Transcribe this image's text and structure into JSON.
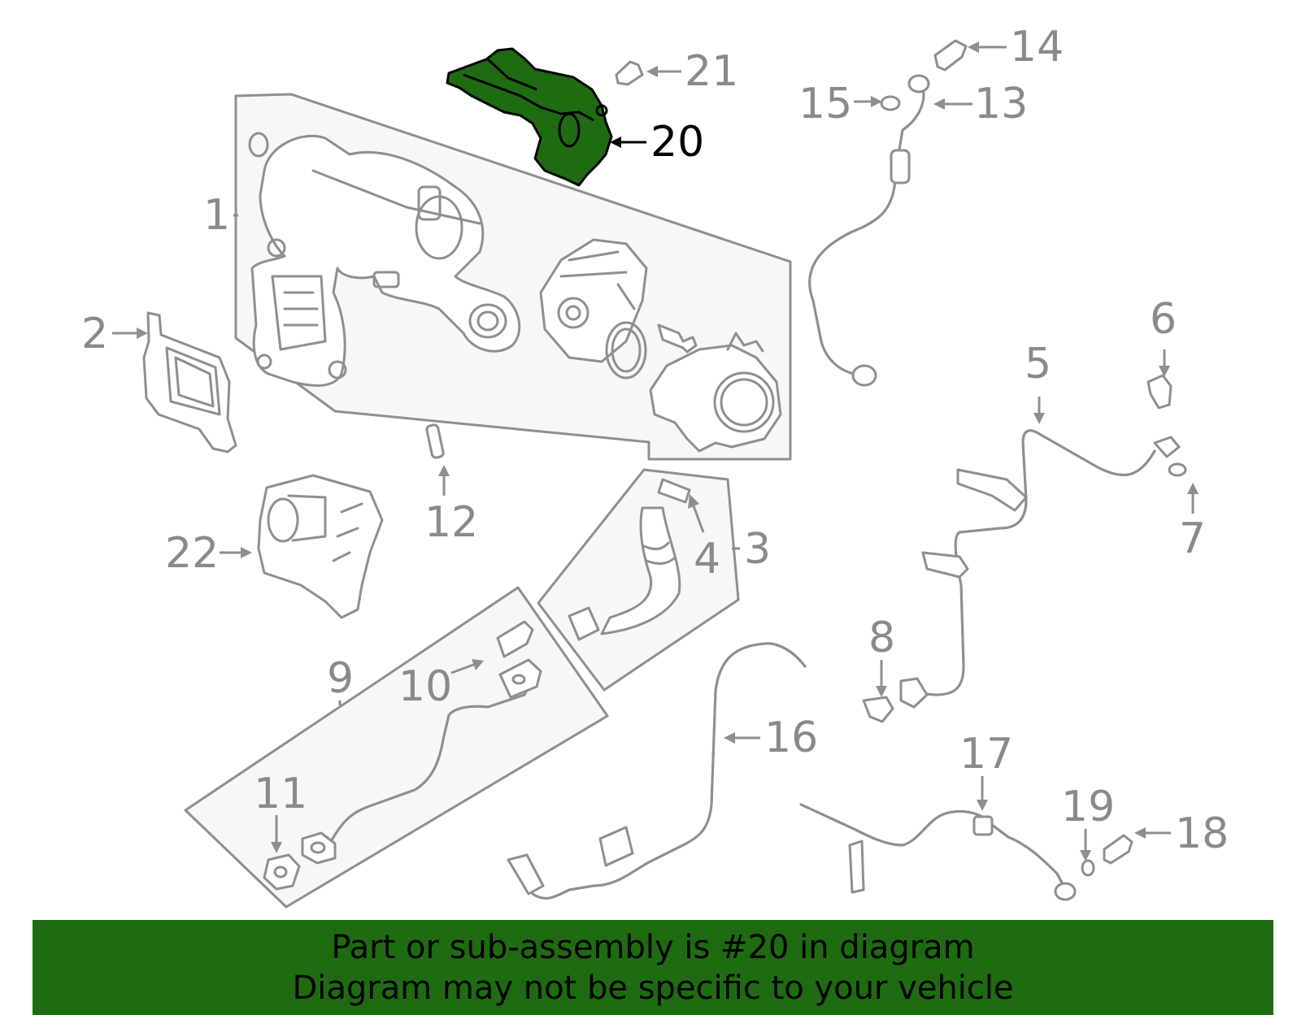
{
  "highlight_color": "#1f6b12",
  "callouts": [
    {
      "id": "c1",
      "text": "1"
    },
    {
      "id": "c2",
      "text": "2"
    },
    {
      "id": "c3",
      "text": "3"
    },
    {
      "id": "c4",
      "text": "4"
    },
    {
      "id": "c5",
      "text": "5"
    },
    {
      "id": "c6",
      "text": "6"
    },
    {
      "id": "c7",
      "text": "7"
    },
    {
      "id": "c8",
      "text": "8"
    },
    {
      "id": "c9",
      "text": "9"
    },
    {
      "id": "c10",
      "text": "10"
    },
    {
      "id": "c11",
      "text": "11"
    },
    {
      "id": "c12",
      "text": "12"
    },
    {
      "id": "c13",
      "text": "13"
    },
    {
      "id": "c14",
      "text": "14"
    },
    {
      "id": "c15",
      "text": "15"
    },
    {
      "id": "c16",
      "text": "16"
    },
    {
      "id": "c17",
      "text": "17"
    },
    {
      "id": "c18",
      "text": "18"
    },
    {
      "id": "c19",
      "text": "19"
    },
    {
      "id": "c20",
      "text": "20"
    },
    {
      "id": "c21",
      "text": "21"
    },
    {
      "id": "c22",
      "text": "22"
    }
  ],
  "banner": {
    "line1": "Part or sub-assembly is #20 in diagram",
    "line2": "Diagram may not be specific to your vehicle"
  }
}
